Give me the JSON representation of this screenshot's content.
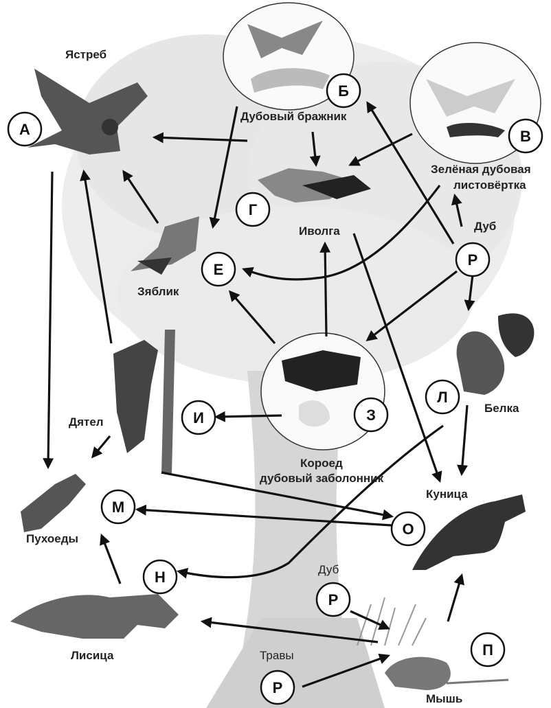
{
  "labels": {
    "yastreb": "Ястреб",
    "dubovy_brazhnik": "Дубовый бражник",
    "listovertka_1": "Зелёная дубовая",
    "listovertka_2": "листовёртка",
    "dub_1": "Дуб",
    "ivolga": "Иволга",
    "zyablik": "Зяблик",
    "belka": "Белка",
    "dyatel": "Дятел",
    "koroed_1": "Короед",
    "koroed_2": "дубовый заболонник",
    "kunitsa": "Куница",
    "pukhoedy": "Пухоеды",
    "dub_2": "Дуб",
    "lisitsa": "Лисица",
    "travy": "Травы",
    "mysh": "Мышь"
  },
  "nodes": {
    "A": "А",
    "B": "Б",
    "V": "В",
    "G": "Г",
    "E": "Е",
    "R1": "Р",
    "Z": "З",
    "I": "И",
    "L": "Л",
    "M": "М",
    "O": "О",
    "N": "Н",
    "R2": "Р",
    "P": "П",
    "R3": "Р"
  }
}
